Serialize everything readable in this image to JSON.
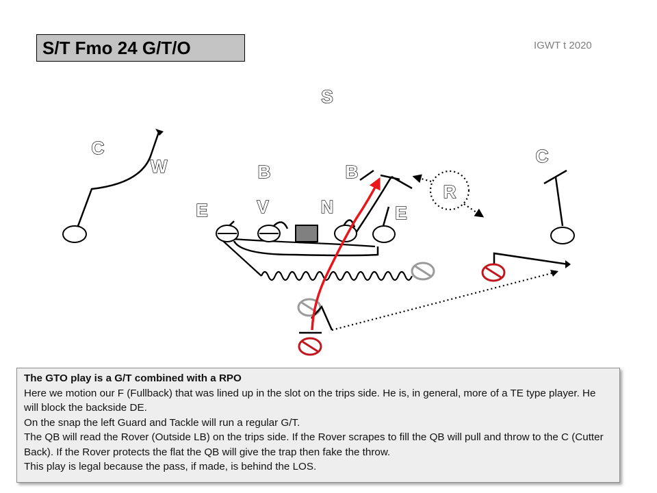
{
  "title": "S/T Fmo 24 G/T/O",
  "credit": "IGWT t 2020",
  "defense_labels": {
    "safety": "S",
    "corner_left": "C",
    "corner_right": "C",
    "will": "W",
    "backer_left": "B",
    "backer_right": "B",
    "end_left": "E",
    "end_right": "E",
    "vic": "V",
    "nose": "N",
    "rover": "R"
  },
  "notes": {
    "heading": "The GTO play is a G/T combined with a RPO",
    "lines": [
      "Here we motion our F (Fullback) that was lined up in the slot on the trips side. He is, in general, more of a TE type player. He will block the backside DE.",
      "On the snap the left Guard and Tackle will run a regular G/T.",
      "The QB will read the Rover (Outside LB) on the trips side.  If the Rover scrapes to fill the QB will pull and throw to the C (Cutter Back).  If the Rover protects the flat the QB will give the trap then fake the throw.",
      "This play is legal because the pass, if made, is behind the LOS."
    ]
  },
  "colors": {
    "title_bg": "#c3c3c3",
    "ball_path": "#e8151b",
    "no_symbol": "#c0161d",
    "center": "#808080",
    "notes_bg": "#eeeeee"
  }
}
